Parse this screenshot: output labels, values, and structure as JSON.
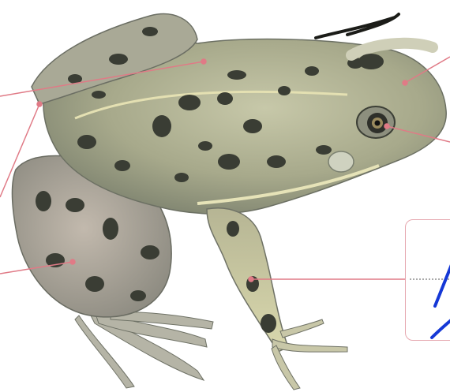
{
  "illustration": {
    "subject_icon": "frog-illustration-icon",
    "colors": {
      "skin": "#a9ab8c",
      "skin_light": "#c9c9ae",
      "spots": "#3a3d34",
      "belly": "#dcdcb2",
      "leader_line": "#e07a86",
      "label_box_border": "#e6a8b0",
      "handwriting": "#1538d6"
    }
  },
  "leader_lines": [
    {
      "id": "line-back",
      "target": "back"
    },
    {
      "id": "line-hip",
      "target": "hip"
    },
    {
      "id": "line-thigh",
      "target": "thigh"
    },
    {
      "id": "line-head",
      "target": "head"
    },
    {
      "id": "line-eye",
      "target": "eye"
    },
    {
      "id": "line-foreleg",
      "target": "foreleg"
    }
  ],
  "answer_box": {
    "handwritten_mark_icon": "handwritten-stroke-icon"
  }
}
